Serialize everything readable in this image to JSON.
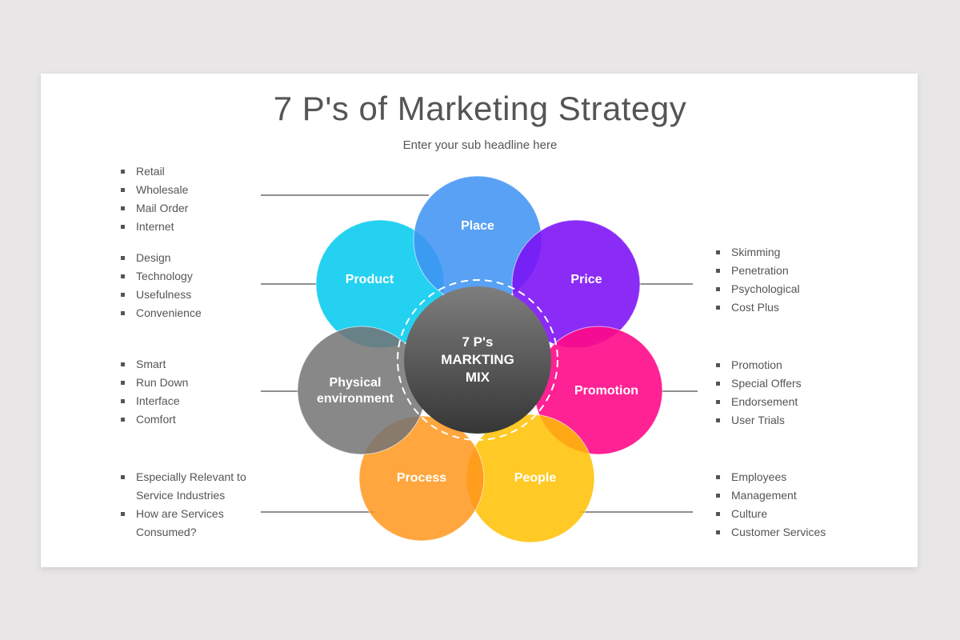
{
  "slide": {
    "title": "7 P's of Marketing Strategy",
    "subtitle": "Enter your sub headline here"
  },
  "center": {
    "line1": "7 P's",
    "line2": "MARKTING",
    "line3": "MIX"
  },
  "colors": {
    "place": "#4a9bf2",
    "price": "#7e16f5",
    "promotion": "#ff148c",
    "people": "#ffc40f",
    "process": "#ff9c2a",
    "physical": "#7e7e7e",
    "product": "#11cdf0",
    "center_top": "#7c7c7c",
    "center_bottom": "#3a3a3a",
    "text": "#555555",
    "line": "#8f8f8f",
    "background": "#e8e6e7"
  },
  "circles": {
    "place": {
      "label": "Place"
    },
    "price": {
      "label": "Price"
    },
    "promotion": {
      "label": "Promotion"
    },
    "people": {
      "label": "People"
    },
    "process": {
      "label": "Process"
    },
    "physical": {
      "label_line1": "Physical",
      "label_line2": "environment"
    },
    "product": {
      "label": "Product"
    }
  },
  "lists": {
    "place": [
      "Retail",
      "Wholesale",
      "Mail Order",
      "Internet"
    ],
    "product": [
      "Design",
      "Technology",
      "Usefulness",
      "Convenience"
    ],
    "physical": [
      "Smart",
      "Run Down",
      "Interface",
      "Comfort"
    ],
    "process": [
      "Especially Relevant to",
      "Service Industries",
      "How are Services",
      "Consumed?"
    ],
    "price": [
      "Skimming",
      "Penetration",
      "Psychological",
      "Cost Plus"
    ],
    "promotion": [
      "Promotion",
      "Special Offers",
      "Endorsement",
      "User Trials"
    ],
    "people": [
      "Employees",
      "Management",
      "Culture",
      "Customer Services"
    ]
  }
}
